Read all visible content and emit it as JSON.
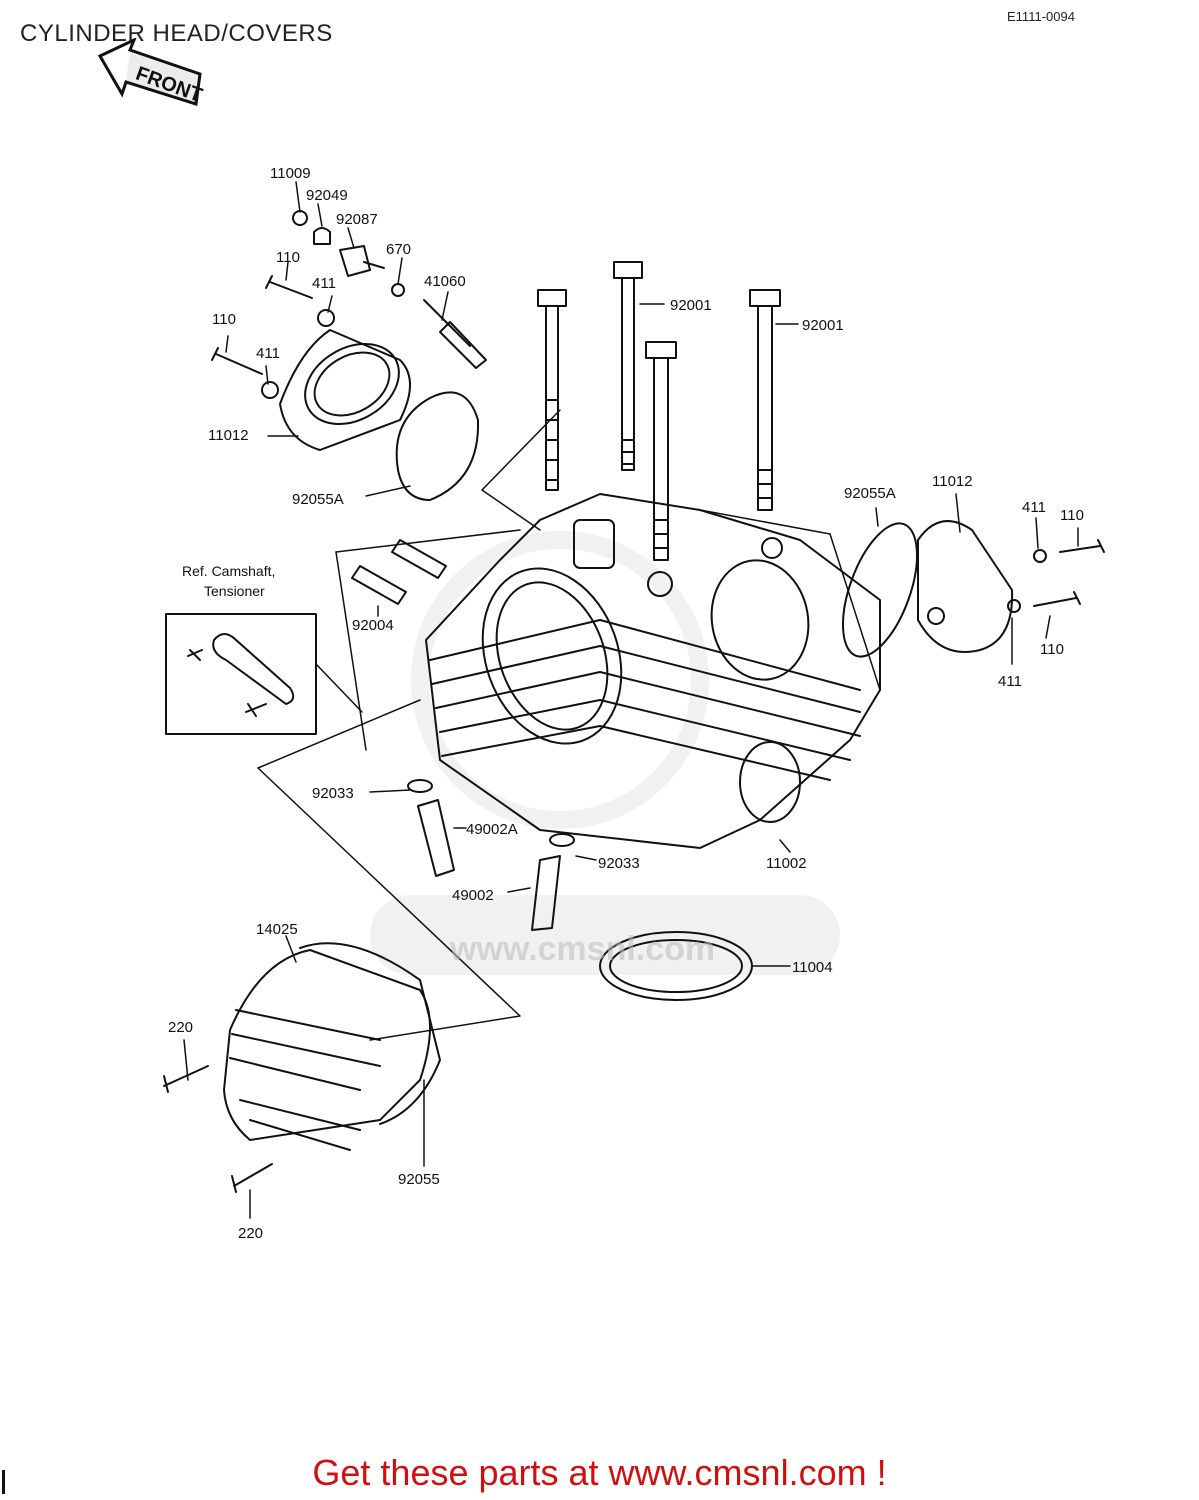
{
  "title": "CYLINDER HEAD/COVERS",
  "diagram_code": "E1111-0094",
  "front_label": "FRONT",
  "reference_note": [
    "Ref. Camshaft,",
    "Tensioner"
  ],
  "watermark": "www.cmsnl.com",
  "banner": "Get these parts at www.cmsnl.com !",
  "callouts": {
    "c11009": "11009",
    "c92049": "92049",
    "c92087": "92087",
    "c670": "670",
    "c110_a": "110",
    "c411_a": "411",
    "c41060": "41060",
    "c110_b": "110",
    "c411_b": "411",
    "c11012_left": "11012",
    "c92055A_left": "92055A",
    "c92001_a": "92001",
    "c92001_b": "92001",
    "c92055A_right": "92055A",
    "c11012_right": "11012",
    "c411_c": "411",
    "c110_c": "110",
    "c110_d": "110",
    "c411_d": "411",
    "c92004": "92004",
    "c92033_a": "92033",
    "c49002A": "49002A",
    "c92033_b": "92033",
    "c11002": "11002",
    "c49002": "49002",
    "c14025": "14025",
    "c11004": "11004",
    "c220_a": "220",
    "c220_b": "220",
    "c92055": "92055"
  }
}
